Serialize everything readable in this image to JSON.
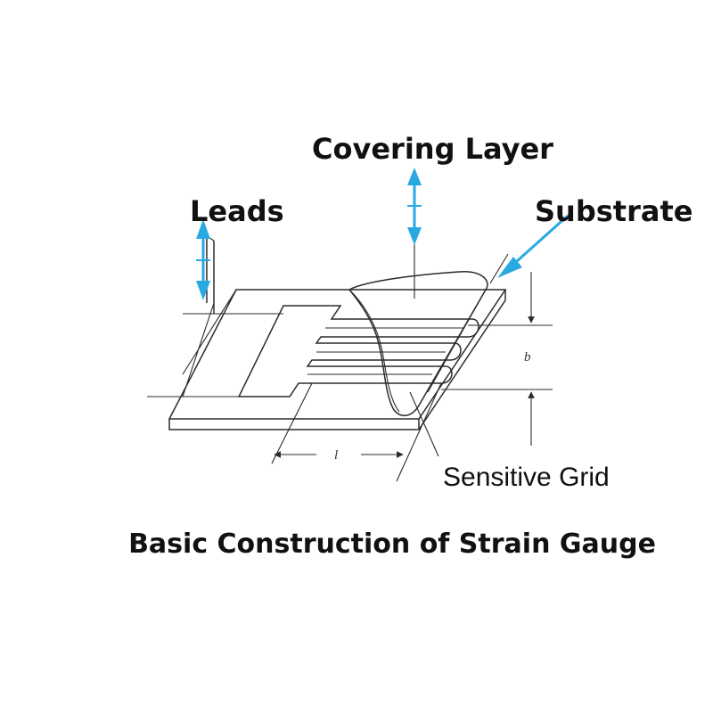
{
  "diagram": {
    "labels": {
      "covering_layer": "Covering Layer",
      "leads": "Leads",
      "substrate": "Substrate",
      "sensitive_grid": "Sensitive Grid"
    },
    "dimensions": {
      "length_symbol": "l",
      "width_symbol": "b"
    },
    "caption": "Basic Construction of Strain Gauge",
    "colors": {
      "arrow": "#29a9e1",
      "line": "#2b2b2b",
      "text": "#111111"
    }
  }
}
